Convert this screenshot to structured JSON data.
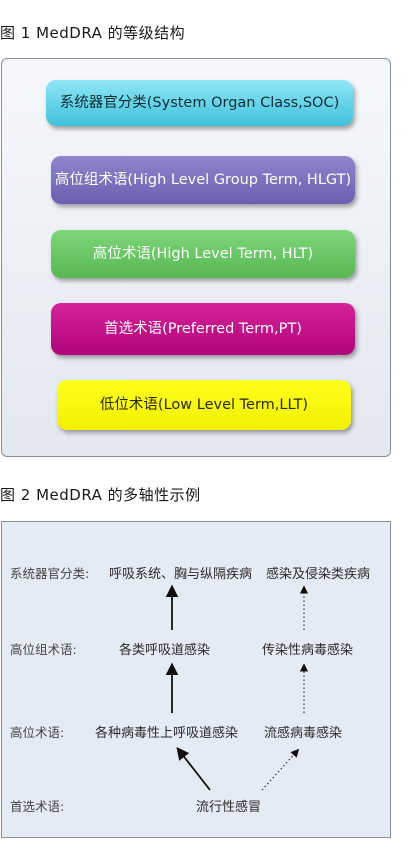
{
  "figure1": {
    "title": "图 1   MedDRA 的等级结构",
    "levels": [
      {
        "id": "soc",
        "label": "系统器官分类(System Organ Class,SOC)"
      },
      {
        "id": "hlgt",
        "label": "高位组术语(High Level Group Term, HLGT)"
      },
      {
        "id": "hlt",
        "label": "高位术语(High Level  Term, HLT)"
      },
      {
        "id": "pt",
        "label": "首选术语(Preferred Term,PT)"
      },
      {
        "id": "llt",
        "label": "低位术语(Low Level Term,LLT)"
      }
    ],
    "colors": {
      "soc": "#4fc9e1",
      "hlgt": "#7468b8",
      "hlt": "#64c160",
      "pt": "#c8118c",
      "llt": "#f9f800"
    }
  },
  "figure2": {
    "title": "图 2   MedDRA 的多轴性示例",
    "row_labels": {
      "soc": "系统器官分类:",
      "hlgt": "高位组术语:",
      "hlt": "高位术语:",
      "pt": "首选术语:"
    },
    "primary_axis": {
      "soc": "呼吸系统、胸与纵隔疾病",
      "hlgt": "各类呼吸道感染",
      "hlt": "各种病毒性上呼吸道感染"
    },
    "secondary_axis": {
      "soc": "感染及侵染类疾病",
      "hlgt": "传染性病毒感染",
      "hlt": "流感病毒感染"
    },
    "pt_term": "流行性感冒"
  }
}
